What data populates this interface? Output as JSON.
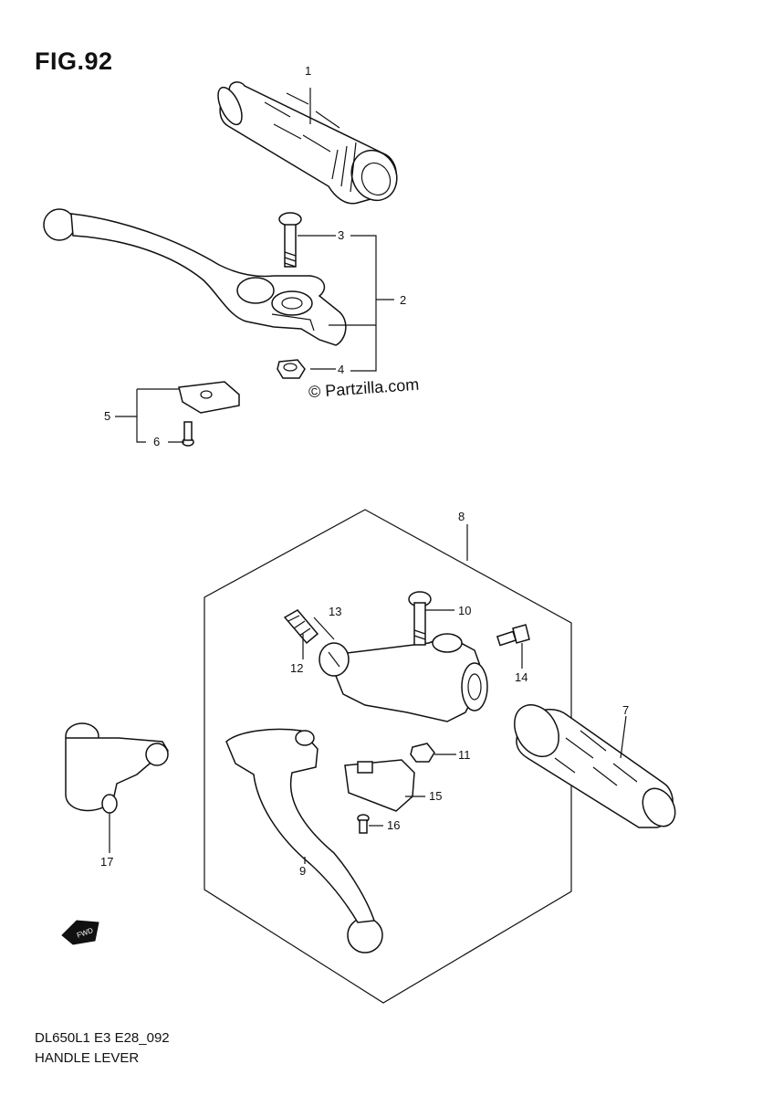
{
  "figure_label": "FIG.92",
  "watermark": "© Partzilla.com",
  "footer": {
    "model_code": "DL650L1 E3 E28_092",
    "section_name": "HANDLE LEVER"
  },
  "fwd_label": "FWD",
  "callouts": [
    {
      "id": "callout-1",
      "label": "1"
    },
    {
      "id": "callout-2",
      "label": "2"
    },
    {
      "id": "callout-3",
      "label": "3"
    },
    {
      "id": "callout-4",
      "label": "4"
    },
    {
      "id": "callout-5",
      "label": "5"
    },
    {
      "id": "callout-6",
      "label": "6"
    },
    {
      "id": "callout-7",
      "label": "7"
    },
    {
      "id": "callout-8",
      "label": "8"
    },
    {
      "id": "callout-9",
      "label": "9"
    },
    {
      "id": "callout-10",
      "label": "10"
    },
    {
      "id": "callout-11",
      "label": "11"
    },
    {
      "id": "callout-12",
      "label": "12"
    },
    {
      "id": "callout-13",
      "label": "13"
    },
    {
      "id": "callout-14",
      "label": "14"
    },
    {
      "id": "callout-15",
      "label": "15"
    },
    {
      "id": "callout-16",
      "label": "16"
    },
    {
      "id": "callout-17",
      "label": "17"
    }
  ]
}
